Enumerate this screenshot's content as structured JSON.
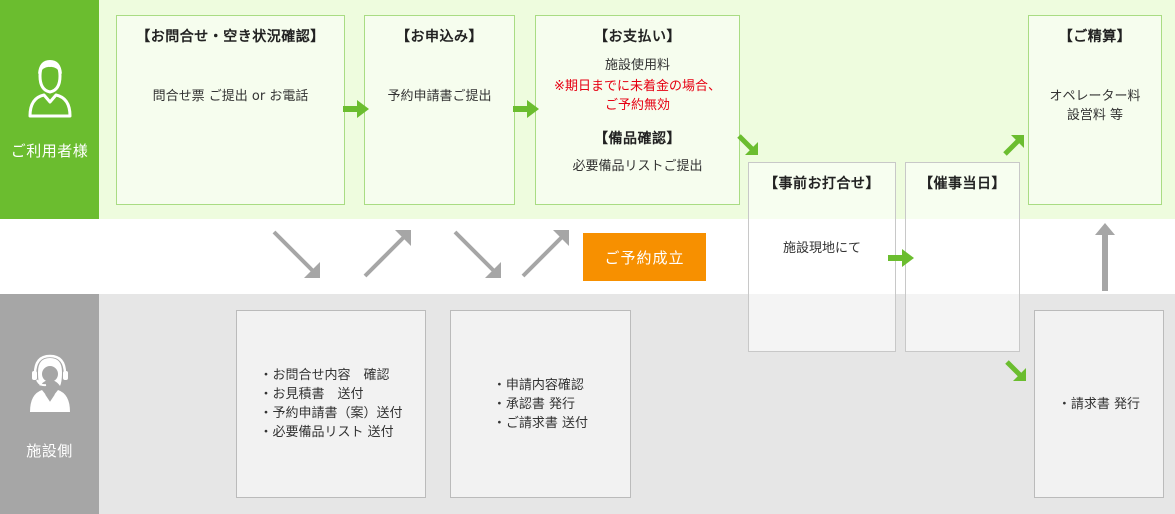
{
  "roles": {
    "user": {
      "label": "ご利用者様",
      "icon": "person-icon"
    },
    "facility": {
      "label": "施設側",
      "icon": "operator-headset-icon"
    }
  },
  "user_steps": {
    "inquiry": {
      "title": "【お問合せ・空き状況確認】",
      "body": "問合せ票 ご提出 or お電話"
    },
    "application": {
      "title": "【お申込み】",
      "body": "予約申請書ご提出"
    },
    "payment": {
      "title": "【お支払い】",
      "body": "施設使用料",
      "note_line1": "※期日までに未着金の場合、",
      "note_line2": "ご予約無効",
      "equipment_title": "【備品確認】",
      "equipment_body": "必要備品リストご提出"
    },
    "settlement": {
      "title": "【ご精算】",
      "body_line1": "オペレーター料",
      "body_line2": "設営料 等"
    }
  },
  "shared_steps": {
    "pre_meeting": {
      "title": "【事前お打合せ】",
      "body": "施設現地にて"
    },
    "event_day": {
      "title": "【催事当日】"
    }
  },
  "facility_steps": {
    "step1": {
      "items": [
        "・お問合せ内容　確認",
        "・お見積書　送付",
        "・予約申請書（案）送付",
        "・必要備品リスト 送付"
      ]
    },
    "step2": {
      "items": [
        "・申請内容確認",
        "・承認書 発行",
        "・ご請求書 送付"
      ]
    },
    "step3": {
      "items": [
        "・請求書 発行"
      ]
    }
  },
  "milestone": {
    "label": "ご予約成立"
  },
  "colors": {
    "user_band": "#eefcde",
    "user_role": "#6bbd2f",
    "arrow_green": "#6bbd2f",
    "arrow_gray": "#a6a6a6",
    "facility_band": "#e6e6e6",
    "facility_role": "#a6a6a6",
    "milestone": "#f79000",
    "warning_text": "#e60012"
  }
}
